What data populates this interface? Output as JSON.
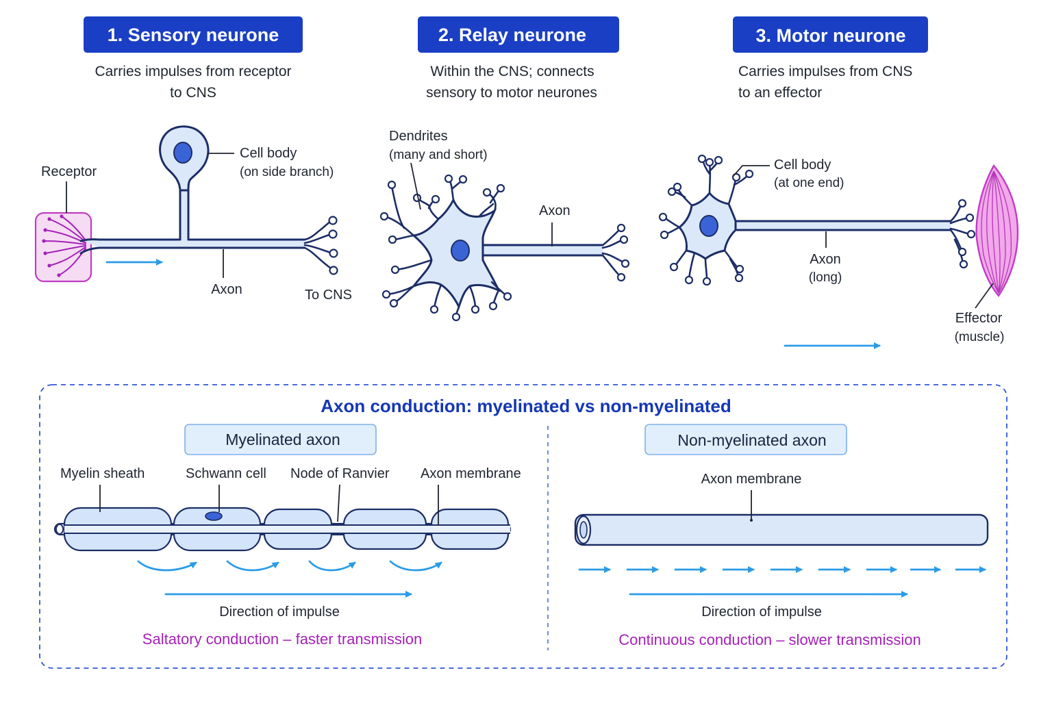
{
  "neurones": [
    {
      "title": "1. Sensory neurone",
      "desc_line1": "Carries impulses from receptor",
      "desc_line2": "to CNS",
      "labels": {
        "receptor": "Receptor",
        "cell_body": "Cell body",
        "cell_body_note": "(on side branch)",
        "axon": "Axon",
        "to_cns": "To CNS"
      }
    },
    {
      "title": "2. Relay neurone",
      "desc_line1": "Within the CNS; connects",
      "desc_line2": "sensory to motor neurones",
      "labels": {
        "dendrites": "Dendrites",
        "dendrites_note": "(many and short)",
        "axon": "Axon"
      }
    },
    {
      "title": "3. Motor neurone",
      "desc_line1": "Carries impulses from CNS",
      "desc_line2": "to an effector",
      "labels": {
        "cell_body": "Cell body",
        "cell_body_note": "(at one end)",
        "axon": "Axon",
        "axon_note": "(long)",
        "effector": "Effector",
        "effector_note": "(muscle)"
      }
    }
  ],
  "conduction": {
    "heading": "Axon conduction:  myelinated vs non-myelinated",
    "myelinated": {
      "title": "Myelinated axon",
      "labels": {
        "myelin_sheath": "Myelin sheath",
        "schwann_cell": "Schwann cell",
        "node_of_ranvier": "Node of Ranvier",
        "axon_membrane": "Axon membrane"
      },
      "direction": "Direction of impulse",
      "summary": "Saltatory conduction – faster transmission"
    },
    "non_myelinated": {
      "title": "Non-myelinated axon",
      "labels": {
        "axon_membrane": "Axon membrane"
      },
      "direction": "Direction of impulse",
      "summary": "Continuous conduction – slower transmission"
    }
  },
  "colors": {
    "title_box": "#1a3fc4",
    "heading": "#1537b5",
    "arrow": "#2a9be8",
    "magenta": "#a521b8",
    "cell_fill": "#dbe8fa",
    "nucleus": "#3a64d6",
    "receptor_fill": "#f6dcf3",
    "muscle_fill": "#f2a8ea"
  }
}
